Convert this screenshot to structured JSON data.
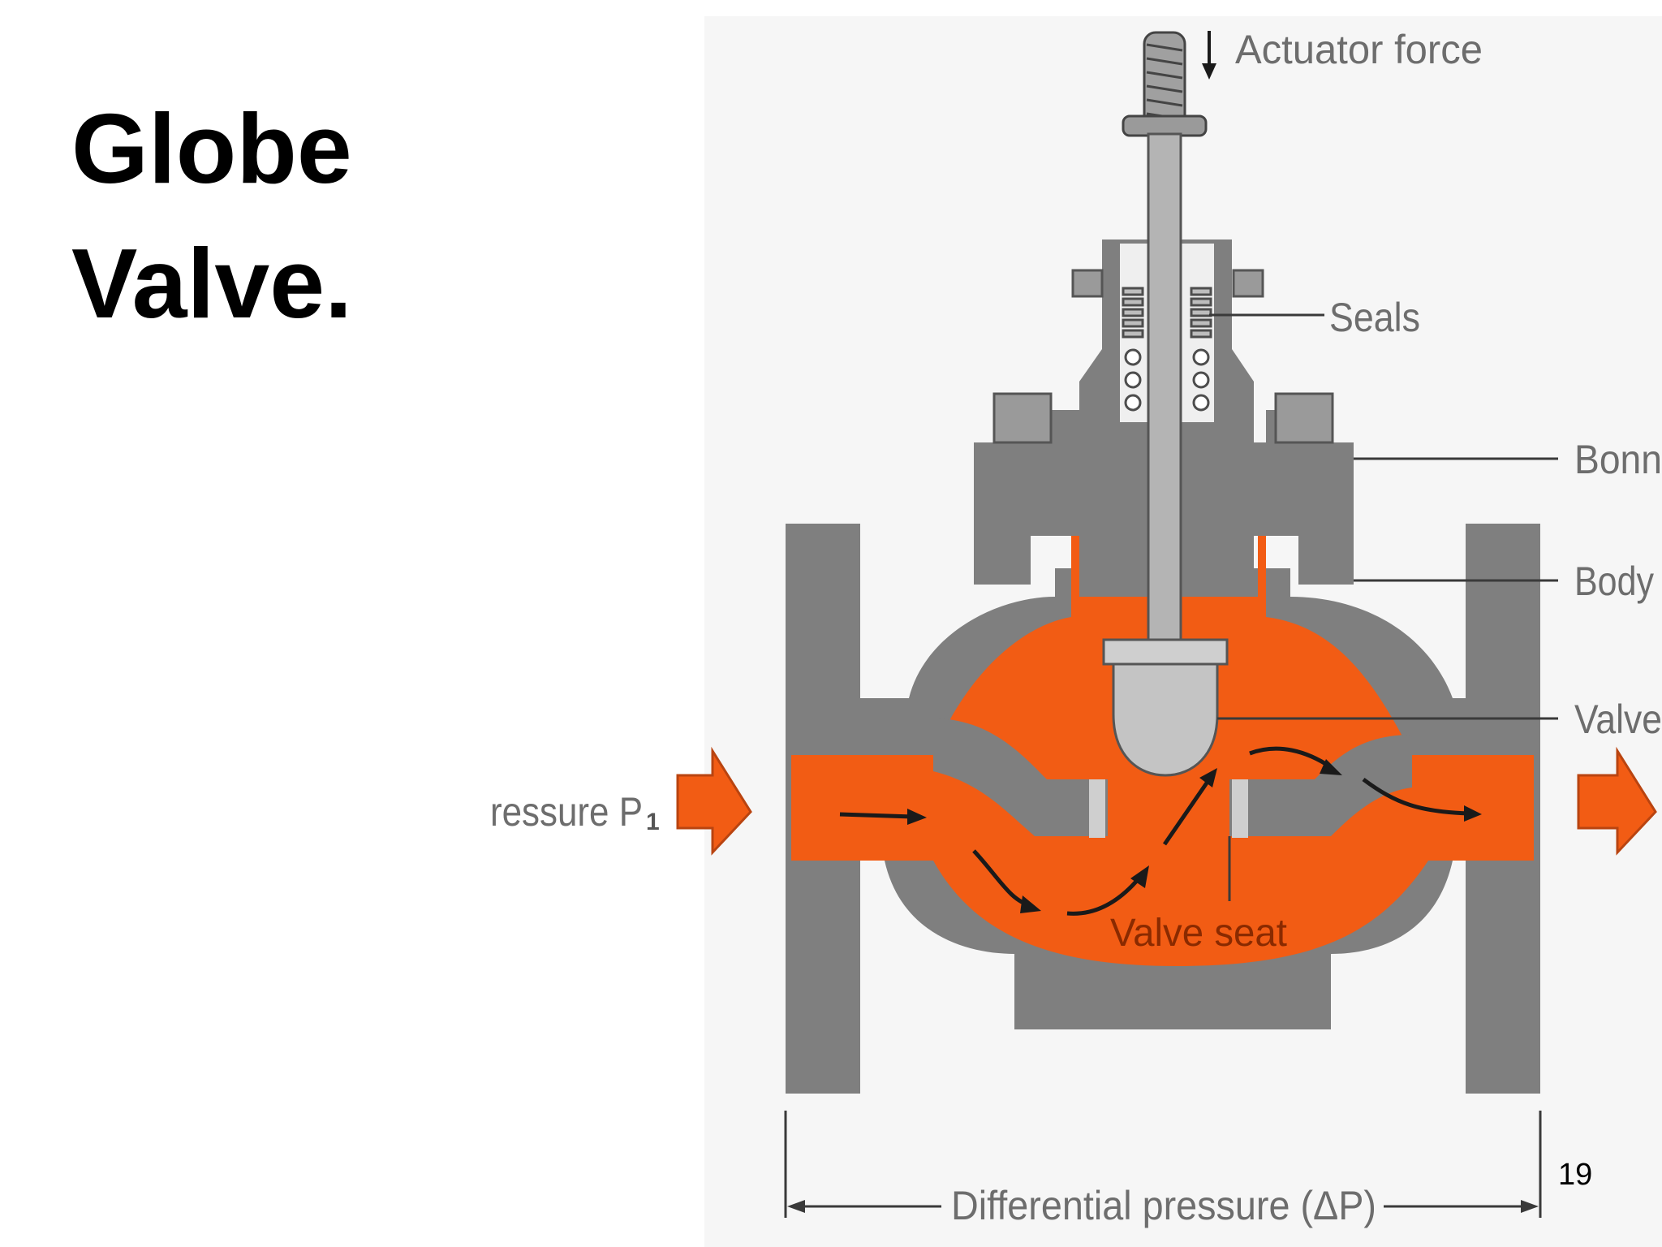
{
  "slide": {
    "title_line1": "Globe",
    "title_line2": "Valve.",
    "page_number": "19"
  },
  "diagram": {
    "labels": {
      "actuator_force": "Actuator force",
      "seals": "Seals",
      "bonnet": "Bonn",
      "body": "Body",
      "valve_plug": "Valve",
      "inlet_pressure": "ressure P",
      "inlet_subscript": "1",
      "valve_seat": "Valve seat",
      "differential_pressure": "Differential pressure (ΔP)"
    },
    "colors": {
      "metal": "#7f7f7f",
      "metal_light": "#c4c4c4",
      "fluid": "#f25c14",
      "arrow": "#1a1a1a"
    }
  }
}
